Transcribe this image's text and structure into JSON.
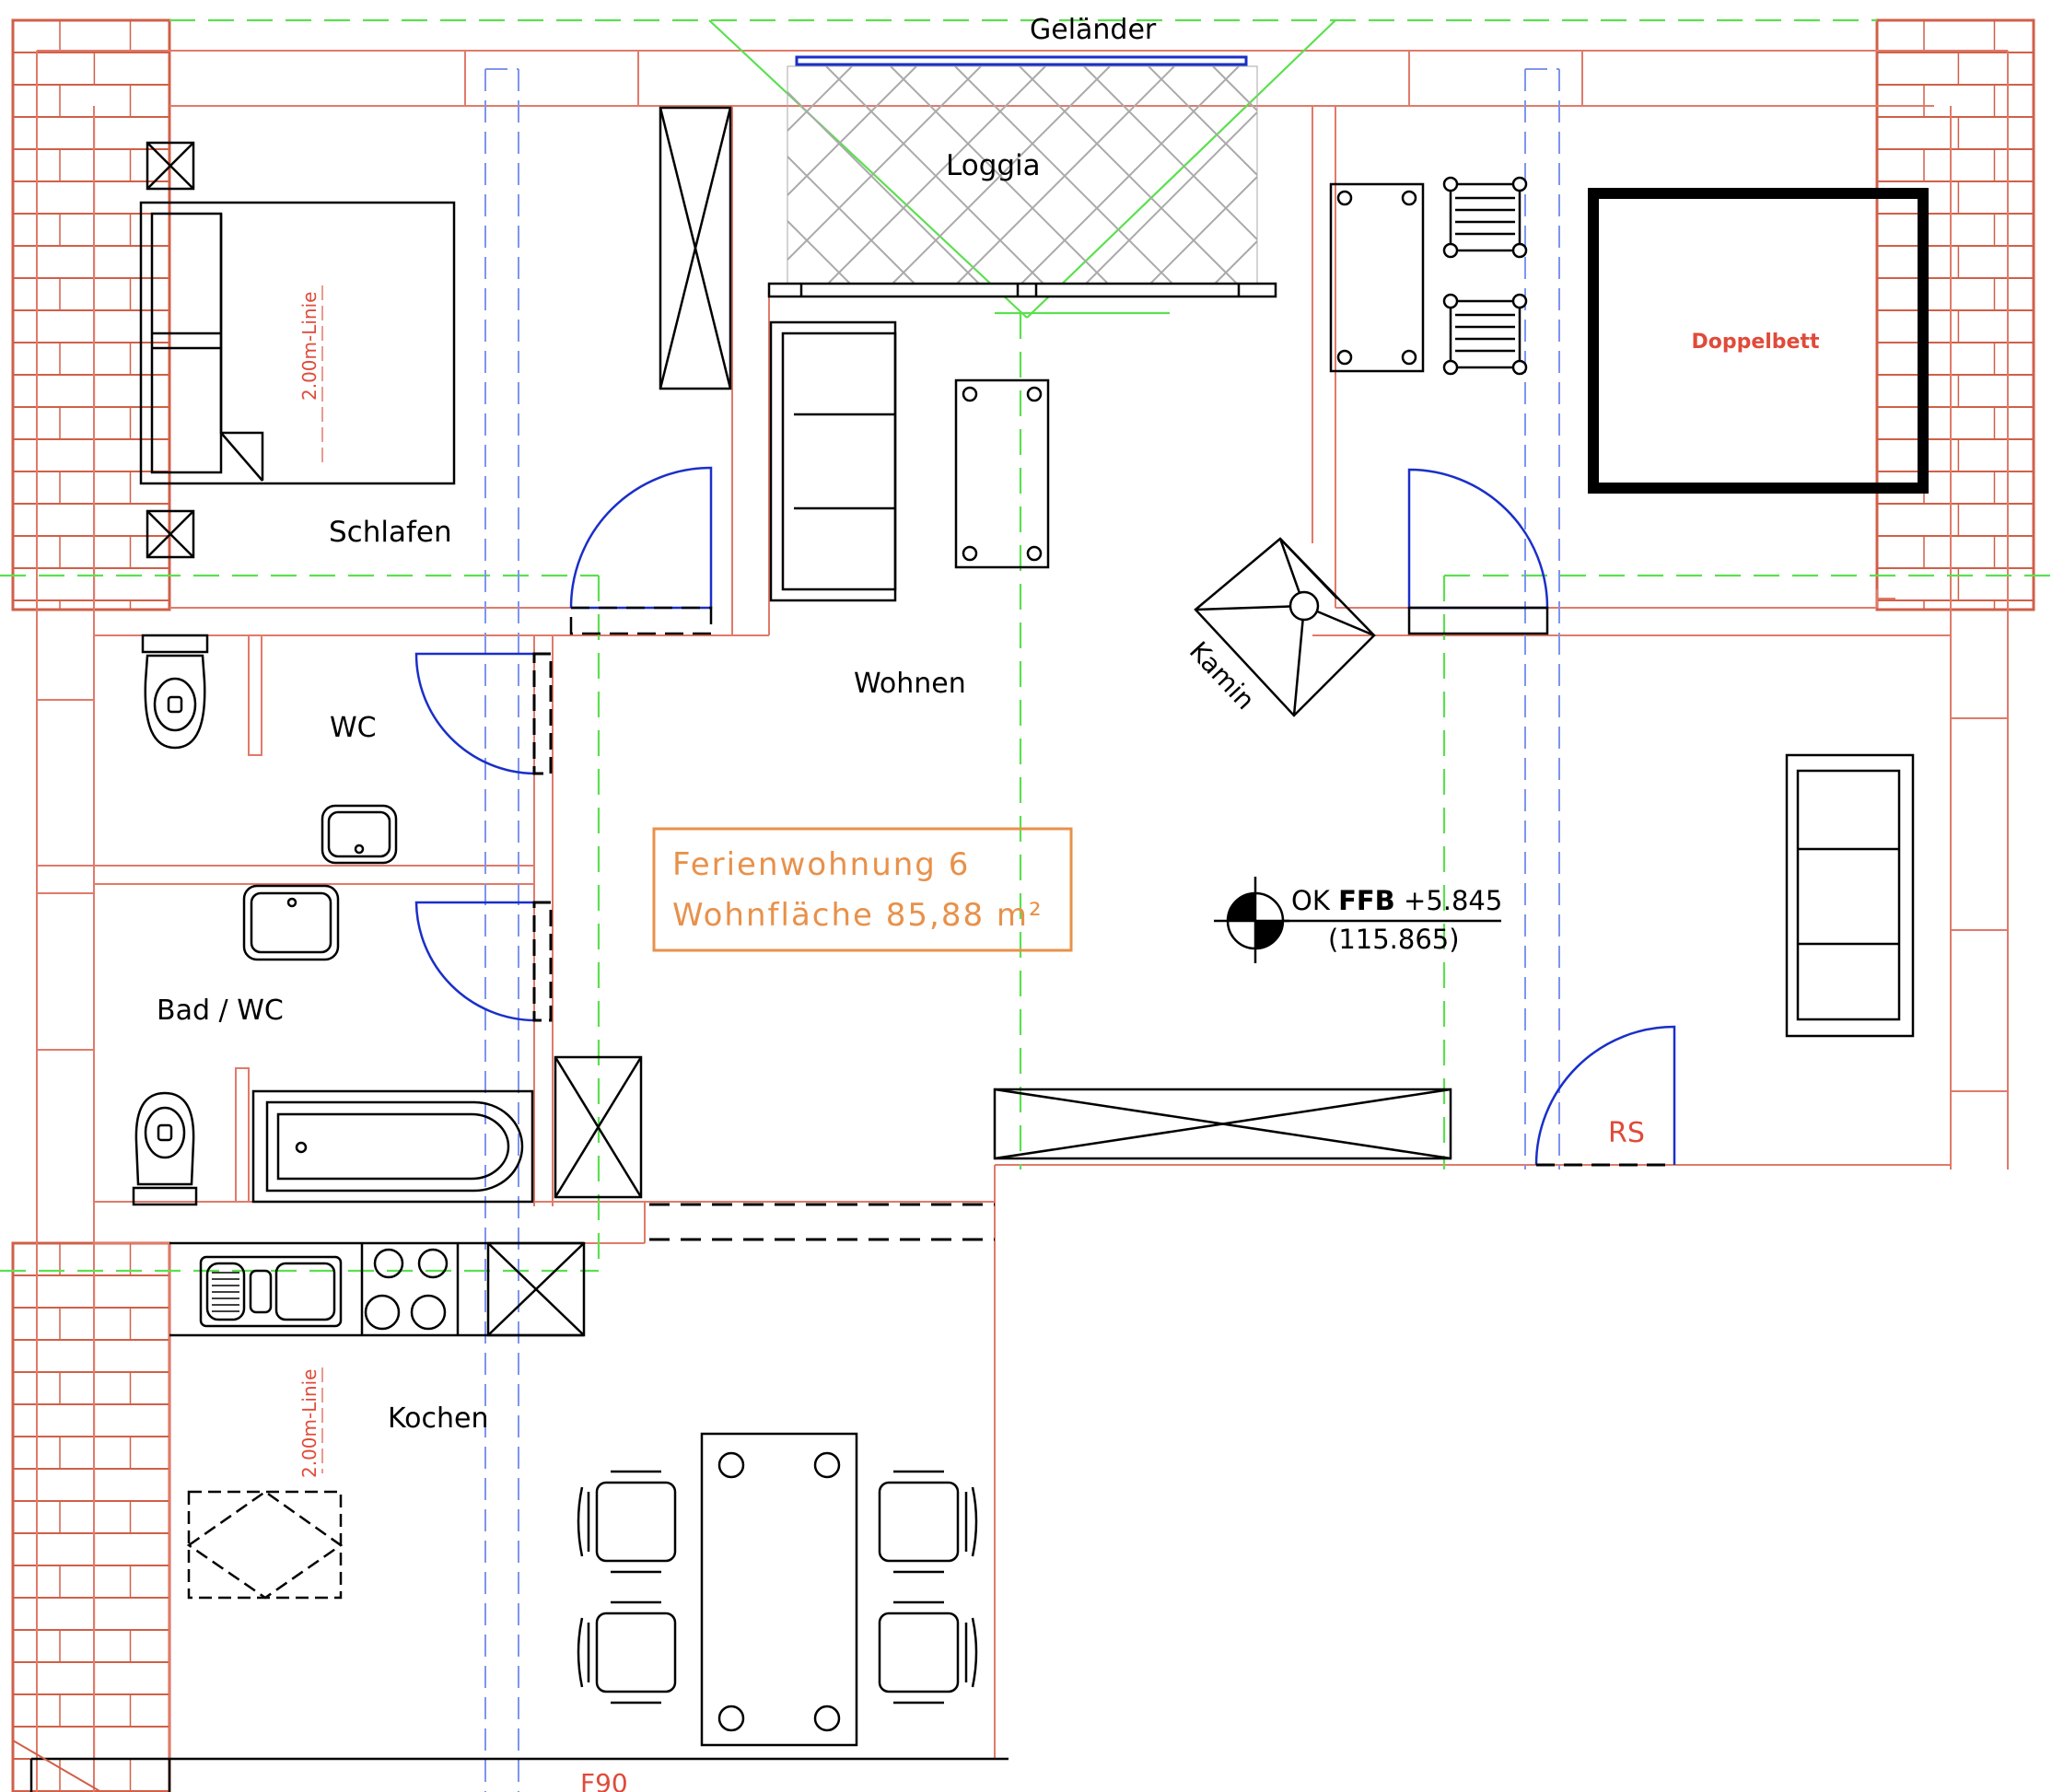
{
  "labels": {
    "gelaender": "Geländer",
    "loggia": "Loggia",
    "schlafen": "Schlafen",
    "doppelbett": "Doppelbett",
    "wohnen": "Wohnen",
    "kamin": "Kamin",
    "wc": "WC",
    "bad_wc": "Bad / WC",
    "kochen": "Kochen",
    "rs": "RS",
    "f90": "F90",
    "linie_top": "2.00m-Linie",
    "linie_bottom": "2.00m-Linie"
  },
  "info_box": {
    "line1": "Ferienwohnung 6",
    "line2": "Wohnfläche 85,88 m²"
  },
  "level_marker": {
    "line1_prefix": "OK ",
    "line1_bold": "FFB",
    "line1_value": " +5.845",
    "line2": "(115.865)"
  },
  "colors": {
    "walls": "#e07a6a",
    "roof_hatch": "#d06048",
    "furniture": "#000000",
    "guide_green": "#5be04f",
    "guide_blue": "#7f95ee",
    "doors": "#1a2fc9",
    "info_text": "#e8914a",
    "red_text": "#e04a3a"
  }
}
